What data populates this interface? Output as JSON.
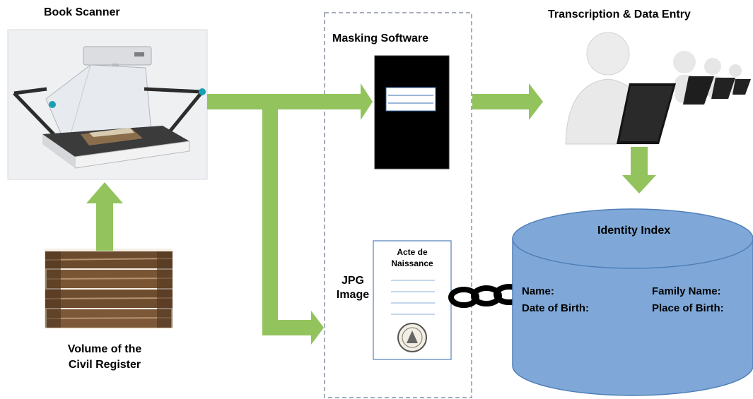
{
  "labels": {
    "book_scanner": "Book Scanner",
    "masking_software": "Masking Software",
    "transcription": "Transcription & Data Entry",
    "volume_line1": "Volume of the",
    "volume_line2": "Civil Register",
    "jpg_line1": "JPG",
    "jpg_line2": "Image",
    "identity_index": "Identity Index"
  },
  "document": {
    "title_line1": "Acte de",
    "title_line2": "Naissance"
  },
  "index_fields": {
    "name": "Name:",
    "family_name": "Family Name:",
    "date_of_birth": "Date of Birth:",
    "place_of_birth": "Place of Birth:"
  },
  "colors": {
    "arrow": "#92c35d",
    "cylinder_fill": "#7fa8d8",
    "cylinder_stroke": "#4f7fb8",
    "dashed_border": "#8a94a6"
  }
}
